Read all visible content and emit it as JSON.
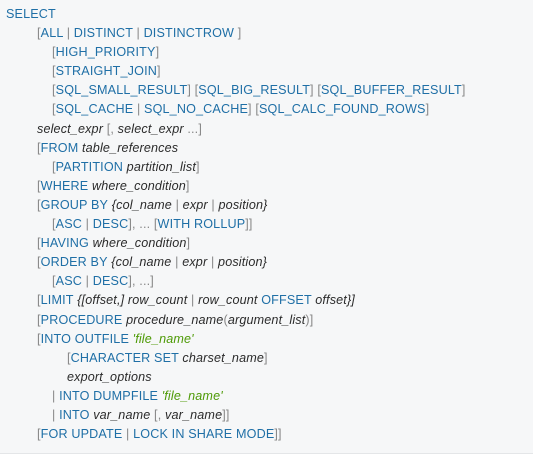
{
  "lines": [
    [
      {
        "t": "SELECT",
        "c": "k"
      }
    ],
    [
      {
        "t": "[",
        "c": "p"
      },
      {
        "t": "ALL",
        "c": "k"
      },
      {
        "t": " | ",
        "c": "p"
      },
      {
        "t": "DISTINCT",
        "c": "k"
      },
      {
        "t": " | ",
        "c": "p"
      },
      {
        "t": "DISTINCTROW",
        "c": "k"
      },
      {
        "t": " ]",
        "c": "p"
      }
    ],
    [
      {
        "t": "[",
        "c": "p"
      },
      {
        "t": "HIGH_PRIORITY",
        "c": "k"
      },
      {
        "t": "]",
        "c": "p"
      }
    ],
    [
      {
        "t": "[",
        "c": "p"
      },
      {
        "t": "STRAIGHT_JOIN",
        "c": "k"
      },
      {
        "t": "]",
        "c": "p"
      }
    ],
    [
      {
        "t": "[",
        "c": "p"
      },
      {
        "t": "SQL_SMALL_RESULT",
        "c": "k"
      },
      {
        "t": "] [",
        "c": "p"
      },
      {
        "t": "SQL_BIG_RESULT",
        "c": "k"
      },
      {
        "t": "] [",
        "c": "p"
      },
      {
        "t": "SQL_BUFFER_RESULT",
        "c": "k"
      },
      {
        "t": "]",
        "c": "p"
      }
    ],
    [
      {
        "t": "[",
        "c": "p"
      },
      {
        "t": "SQL_CACHE",
        "c": "k"
      },
      {
        "t": " | ",
        "c": "p"
      },
      {
        "t": "SQL_NO_CACHE",
        "c": "k"
      },
      {
        "t": "] [",
        "c": "p"
      },
      {
        "t": "SQL_CALC_FOUND_ROWS",
        "c": "k"
      },
      {
        "t": "]",
        "c": "p"
      }
    ],
    [
      {
        "t": "select_expr",
        "c": "i"
      },
      {
        "t": " [, ",
        "c": "p"
      },
      {
        "t": "select_expr",
        "c": "i"
      },
      {
        "t": " ...]",
        "c": "p"
      }
    ],
    [
      {
        "t": "[",
        "c": "p"
      },
      {
        "t": "FROM",
        "c": "k"
      },
      {
        "t": " ",
        "c": "p"
      },
      {
        "t": "table_references",
        "c": "i"
      }
    ],
    [
      {
        "t": "[",
        "c": "p"
      },
      {
        "t": "PARTITION",
        "c": "k"
      },
      {
        "t": " ",
        "c": "p"
      },
      {
        "t": "partition_list",
        "c": "i"
      },
      {
        "t": "]",
        "c": "p"
      }
    ],
    [
      {
        "t": "[",
        "c": "p"
      },
      {
        "t": "WHERE",
        "c": "k"
      },
      {
        "t": " ",
        "c": "p"
      },
      {
        "t": "where_condition",
        "c": "i"
      },
      {
        "t": "]",
        "c": "p"
      }
    ],
    [
      {
        "t": "[",
        "c": "p"
      },
      {
        "t": "GROUP BY",
        "c": "k"
      },
      {
        "t": " {",
        "c": "i"
      },
      {
        "t": "col_name",
        "c": "i"
      },
      {
        "t": " | ",
        "c": "p"
      },
      {
        "t": "expr",
        "c": "i"
      },
      {
        "t": " | ",
        "c": "p"
      },
      {
        "t": "position",
        "c": "i"
      },
      {
        "t": "}",
        "c": "i"
      }
    ],
    [
      {
        "t": "[",
        "c": "p"
      },
      {
        "t": "ASC",
        "c": "k"
      },
      {
        "t": " | ",
        "c": "p"
      },
      {
        "t": "DESC",
        "c": "k"
      },
      {
        "t": "], ... [",
        "c": "p"
      },
      {
        "t": "WITH ROLLUP",
        "c": "k"
      },
      {
        "t": "]]",
        "c": "p"
      }
    ],
    [
      {
        "t": "[",
        "c": "p"
      },
      {
        "t": "HAVING",
        "c": "k"
      },
      {
        "t": " ",
        "c": "p"
      },
      {
        "t": "where_condition",
        "c": "i"
      },
      {
        "t": "]",
        "c": "p"
      }
    ],
    [
      {
        "t": "[",
        "c": "p"
      },
      {
        "t": "ORDER BY",
        "c": "k"
      },
      {
        "t": " {",
        "c": "i"
      },
      {
        "t": "col_name",
        "c": "i"
      },
      {
        "t": " | ",
        "c": "p"
      },
      {
        "t": "expr",
        "c": "i"
      },
      {
        "t": " | ",
        "c": "p"
      },
      {
        "t": "position",
        "c": "i"
      },
      {
        "t": "}",
        "c": "i"
      }
    ],
    [
      {
        "t": "[",
        "c": "p"
      },
      {
        "t": "ASC",
        "c": "k"
      },
      {
        "t": " | ",
        "c": "p"
      },
      {
        "t": "DESC",
        "c": "k"
      },
      {
        "t": "], ...]",
        "c": "p"
      }
    ],
    [
      {
        "t": "[",
        "c": "p"
      },
      {
        "t": "LIMIT",
        "c": "k"
      },
      {
        "t": " {[",
        "c": "i"
      },
      {
        "t": "offset",
        "c": "i"
      },
      {
        "t": ",] ",
        "c": "i"
      },
      {
        "t": "row_count",
        "c": "i"
      },
      {
        "t": " | ",
        "c": "p"
      },
      {
        "t": "row_count",
        "c": "i"
      },
      {
        "t": " ",
        "c": "p"
      },
      {
        "t": "OFFSET",
        "c": "k"
      },
      {
        "t": " ",
        "c": "p"
      },
      {
        "t": "offset",
        "c": "i"
      },
      {
        "t": "}]",
        "c": "i"
      }
    ],
    [
      {
        "t": "[",
        "c": "p"
      },
      {
        "t": "PROCEDURE",
        "c": "k"
      },
      {
        "t": " ",
        "c": "p"
      },
      {
        "t": "procedure_name",
        "c": "i"
      },
      {
        "t": "(",
        "c": "p"
      },
      {
        "t": "argument_list",
        "c": "i"
      },
      {
        "t": ")]",
        "c": "p"
      }
    ],
    [
      {
        "t": "[",
        "c": "p"
      },
      {
        "t": "INTO OUTFILE",
        "c": "k"
      },
      {
        "t": " ",
        "c": "p"
      },
      {
        "t": "'file_name'",
        "c": "s"
      }
    ],
    [
      {
        "t": "[",
        "c": "p"
      },
      {
        "t": "CHARACTER SET",
        "c": "k"
      },
      {
        "t": " ",
        "c": "p"
      },
      {
        "t": "charset_name",
        "c": "i"
      },
      {
        "t": "]",
        "c": "p"
      }
    ],
    [
      {
        "t": "export_options",
        "c": "i"
      }
    ],
    [
      {
        "t": "| ",
        "c": "p"
      },
      {
        "t": "INTO DUMPFILE",
        "c": "k"
      },
      {
        "t": " ",
        "c": "p"
      },
      {
        "t": "'file_name'",
        "c": "s"
      }
    ],
    [
      {
        "t": "| ",
        "c": "p"
      },
      {
        "t": "INTO",
        "c": "k"
      },
      {
        "t": " ",
        "c": "p"
      },
      {
        "t": "var_name",
        "c": "i"
      },
      {
        "t": " [, ",
        "c": "p"
      },
      {
        "t": "var_name",
        "c": "i"
      },
      {
        "t": "]]",
        "c": "p"
      }
    ],
    [
      {
        "t": "[",
        "c": "p"
      },
      {
        "t": "FOR UPDATE",
        "c": "k"
      },
      {
        "t": " | ",
        "c": "p"
      },
      {
        "t": "LOCK IN SHARE MODE",
        "c": "k"
      },
      {
        "t": "]]",
        "c": "p"
      }
    ]
  ],
  "colors": {
    "background": "#f6f7f8",
    "keyword": "#1f6fa6",
    "punctuation": "#888888",
    "identifier": "#2b2b2b",
    "string": "#4e9a06"
  }
}
